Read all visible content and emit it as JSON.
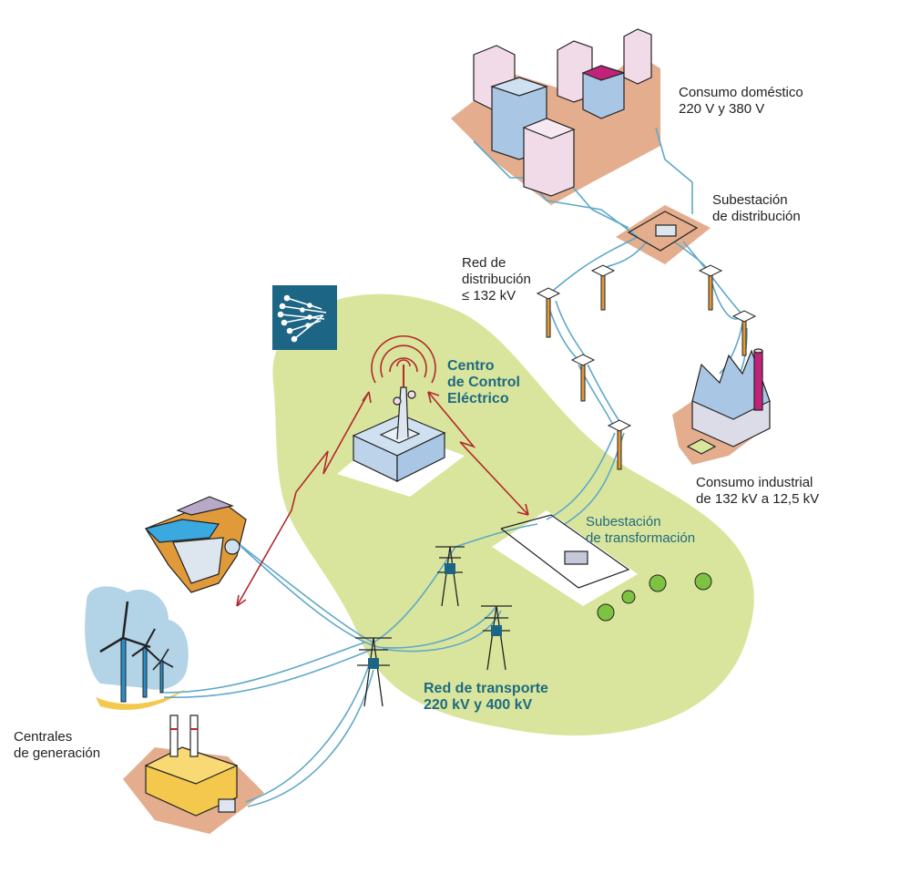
{
  "colors": {
    "zone_fill": "#d9e59c",
    "ground_fill": "#e3ad8e",
    "cable": "#5fa8c8",
    "signal": "#b3282d",
    "accent_text": "#1f6a80",
    "logo_bg": "#1d6584",
    "tower_wood": "#e09a3a",
    "chimney_magenta": "#c2237a",
    "plant_yellow": "#f4c84c",
    "building_blue": "#a9c6e4",
    "building_pink": "#f2dbe8",
    "water": "#39a9e0",
    "cloud": "#b3d3e6",
    "tree_green": "#7ec242"
  },
  "icons": {
    "logo": "network-logo-icon",
    "control_tower": "antenna-tower-icon",
    "signal_waves": "radio-waves-icon"
  },
  "labels": {
    "domestic": {
      "line1": "Consumo doméstico",
      "line2": "220 V y 380 V"
    },
    "distribution_substation": {
      "line1": "Subestación",
      "line2": "de distribución"
    },
    "distribution_network": {
      "line1": "Red de",
      "line2": "distribución",
      "line3": "≤ 132 kV"
    },
    "control_center": {
      "line1": "Centro",
      "line2": "de Control",
      "line3": "Eléctrico"
    },
    "industrial": {
      "line1": "Consumo industrial",
      "line2": "de 132 kV a 12,5 kV"
    },
    "transformation_substation": {
      "line1": "Subestación",
      "line2": " de transformación"
    },
    "transport_network": {
      "line1": "Red de transporte",
      "line2": "220 kV y 400 kV"
    },
    "generation": {
      "line1": "Centrales",
      "line2": "de generación"
    }
  }
}
